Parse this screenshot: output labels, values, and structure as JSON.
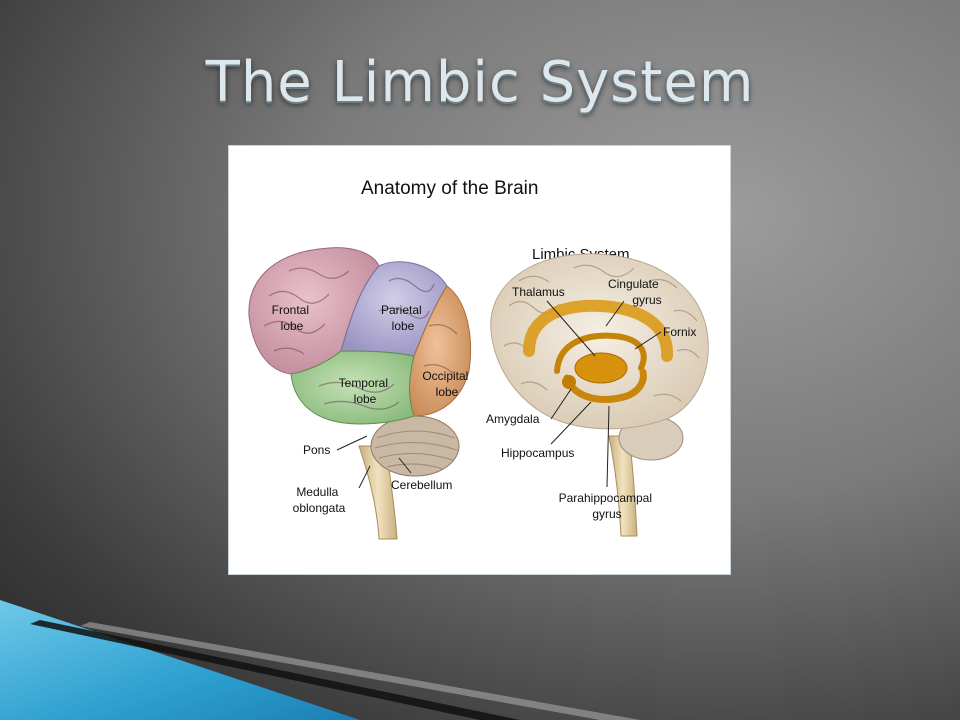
{
  "slide": {
    "title": "The Limbic System"
  },
  "figure": {
    "title": "Anatomy of the Brain",
    "left_brain": {
      "labels": {
        "frontal": [
          "Frontal",
          "lobe"
        ],
        "parietal": [
          "Parietal",
          "lobe"
        ],
        "temporal": [
          "Temporal",
          "lobe"
        ],
        "occipital": [
          "Occipital",
          "lobe"
        ],
        "pons": "Pons",
        "cerebellum": "Cerebellum",
        "medulla": [
          "Medulla",
          "oblongata"
        ]
      },
      "colors": {
        "frontal": "#d9a7b4",
        "parietal": "#b9b3d6",
        "temporal": "#a9cf9a",
        "occipital": "#dea878",
        "brainstem": "#e8d4a8",
        "cerebellum": "#c7b6a2"
      }
    },
    "right_brain": {
      "heading": "Limbic System",
      "labels": {
        "thalamus": "Thalamus",
        "cingulate": [
          "Cingulate",
          "gyrus"
        ],
        "fornix": "Fornix",
        "amygdala": "Amygdala",
        "hippocampus": "Hippocampus",
        "parahippocampal": [
          "Parahippocampal",
          "gyrus"
        ]
      },
      "colors": {
        "cortex": "#ede3d3",
        "limbic": "#d9960e"
      }
    }
  },
  "theme": {
    "accent_light": "#6fc9e8",
    "accent_dark": "#1c7fb5"
  }
}
